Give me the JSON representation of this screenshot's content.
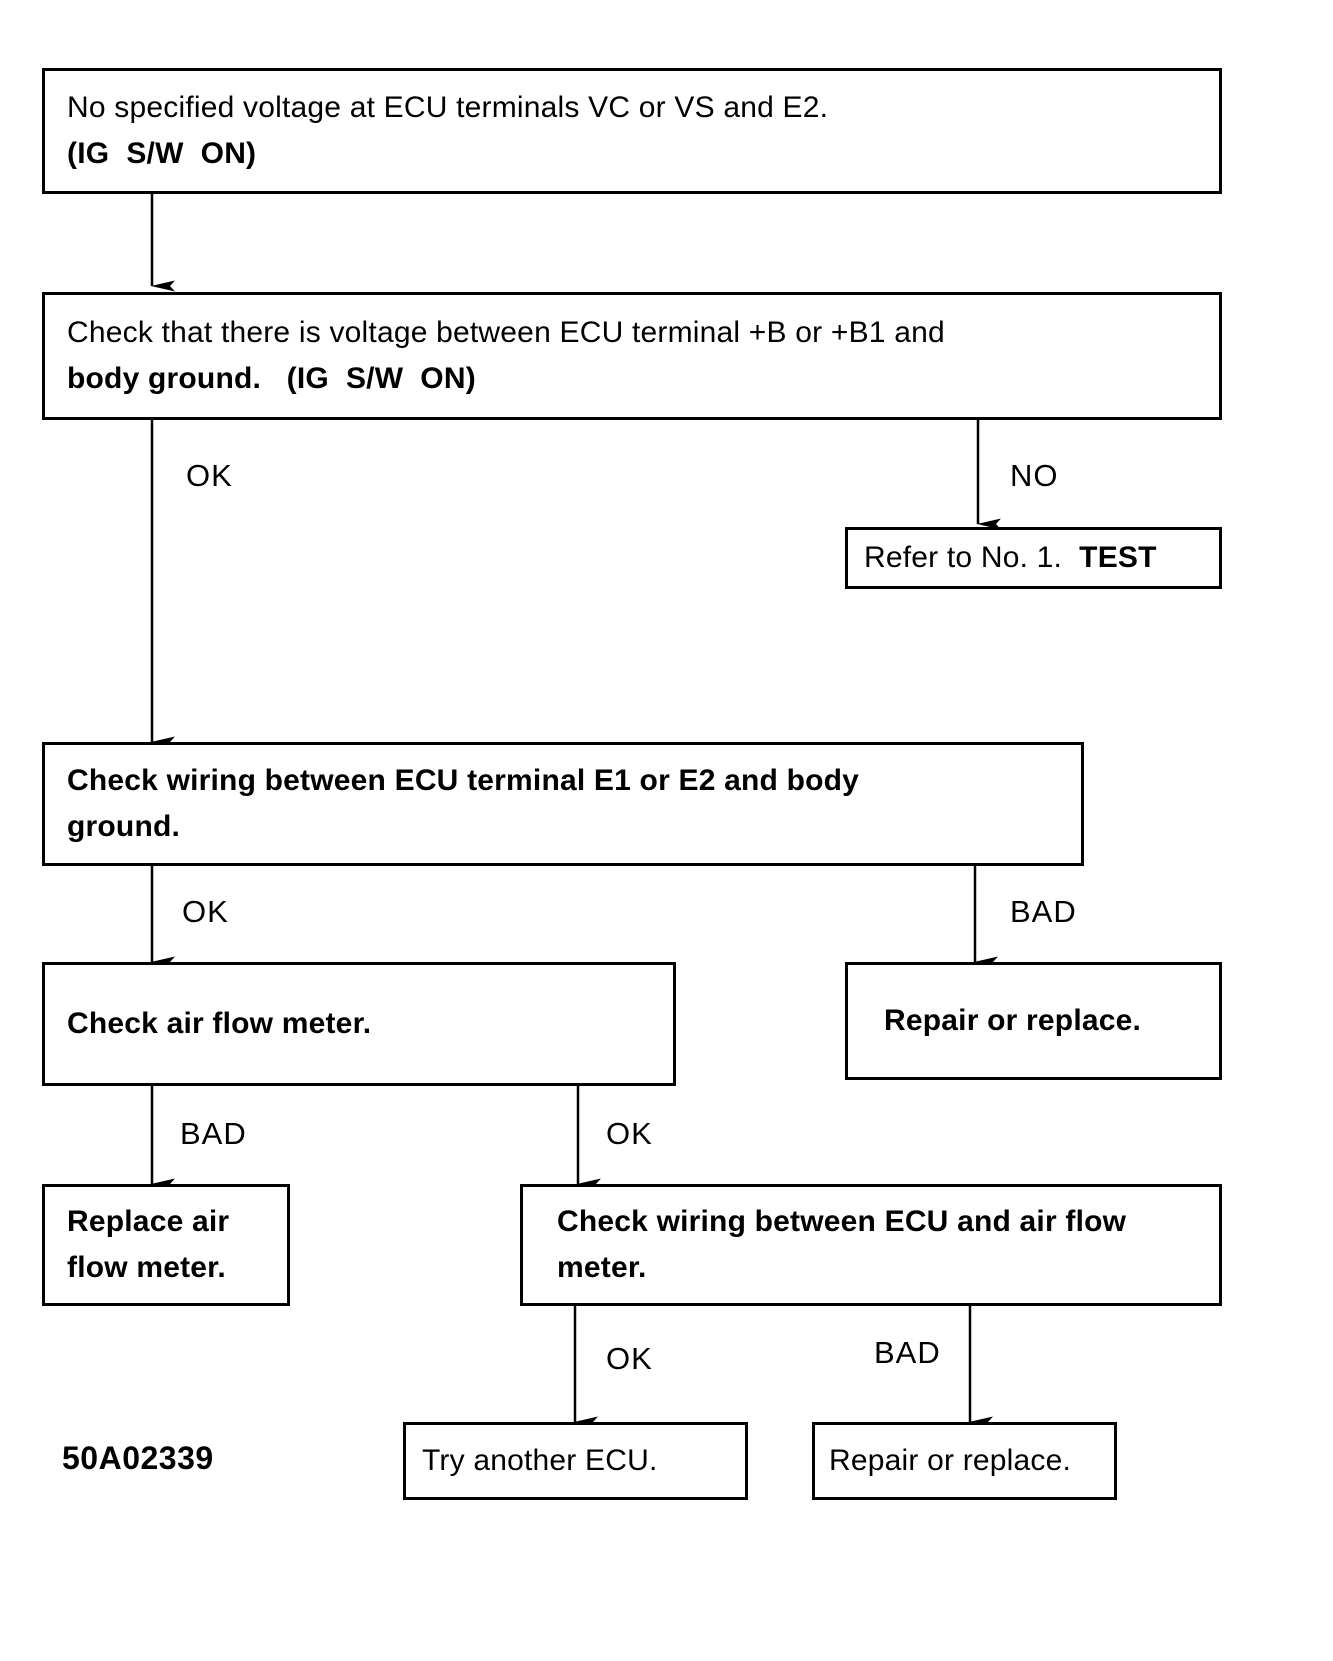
{
  "diagram": {
    "figure_code": "50A02339",
    "type": "troubleshooting-flowchart",
    "nodes": [
      {
        "id": "n1",
        "lines": [
          "No specified voltage at ECU terminals VC or VS and E2.",
          "(IG  S/W  ON)"
        ],
        "bold_lines": [
          false,
          true
        ],
        "bold_box": false
      },
      {
        "id": "n2",
        "lines": [
          "Check that there is voltage between ECU terminal +B or +B1 and",
          "body ground.   (IG  S/W  ON)"
        ],
        "bold_lines": [
          false,
          true
        ],
        "bold_box": false
      },
      {
        "id": "n3",
        "lines": [
          "Refer to No. 1.  TEST"
        ],
        "bold_lines": [
          false
        ],
        "bold_box": false,
        "bold_tail": "TEST",
        "plain_head": "Refer to No. 1.  "
      },
      {
        "id": "n4",
        "lines": [
          "Check wiring between ECU terminal E1 or E2 and body",
          "ground."
        ],
        "bold_lines": [
          true,
          true
        ],
        "bold_box": true
      },
      {
        "id": "n5",
        "lines": [
          "Check air flow meter."
        ],
        "bold_lines": [
          true
        ],
        "bold_box": true
      },
      {
        "id": "n6",
        "lines": [
          "Repair or replace."
        ],
        "bold_lines": [
          true
        ],
        "bold_box": true
      },
      {
        "id": "n7",
        "lines": [
          "Replace air",
          "flow meter."
        ],
        "bold_lines": [
          true,
          true
        ],
        "bold_box": true
      },
      {
        "id": "n8",
        "lines": [
          "Check wiring between ECU and air flow",
          "meter."
        ],
        "bold_lines": [
          true,
          true
        ],
        "bold_box": true
      },
      {
        "id": "n9",
        "lines": [
          "Try another ECU."
        ],
        "bold_lines": [
          false
        ],
        "bold_box": false
      },
      {
        "id": "n10",
        "lines": [
          "Repair or replace."
        ],
        "bold_lines": [
          false
        ],
        "bold_box": false
      }
    ],
    "branch_labels": {
      "b1_ok": "OK",
      "b1_no": "NO",
      "b2_ok": "OK",
      "b2_bad": "BAD",
      "b3_bad": "BAD",
      "b3_ok": "OK",
      "b4_ok": "OK",
      "b4_bad": "BAD"
    }
  }
}
